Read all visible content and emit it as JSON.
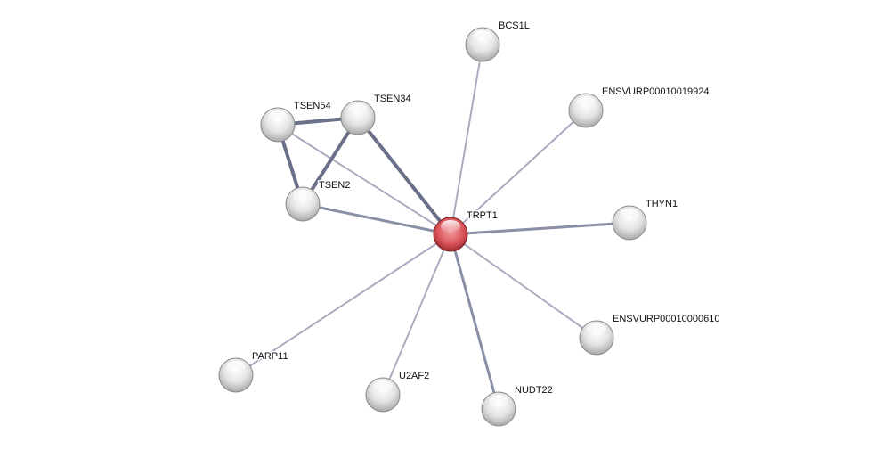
{
  "network": {
    "colors": {
      "query_node": "#d9545a",
      "other_node": "#e6e6e6",
      "edge": "#6a7089",
      "edge_light": "#a9acbf"
    },
    "nodes": [
      {
        "id": "TRPT1",
        "query": true
      },
      {
        "id": "BCS1L"
      },
      {
        "id": "ENSVURP00010019924"
      },
      {
        "id": "THYN1"
      },
      {
        "id": "ENSVURP00010000610"
      },
      {
        "id": "NUDT22"
      },
      {
        "id": "U2AF2"
      },
      {
        "id": "PARP11"
      },
      {
        "id": "TSEN2"
      },
      {
        "id": "TSEN54"
      },
      {
        "id": "TSEN34"
      }
    ],
    "edges": [
      {
        "source": "TRPT1",
        "target": "BCS1L",
        "strength": "low"
      },
      {
        "source": "TRPT1",
        "target": "ENSVURP00010019924",
        "strength": "low"
      },
      {
        "source": "TRPT1",
        "target": "THYN1",
        "strength": "medium"
      },
      {
        "source": "TRPT1",
        "target": "ENSVURP00010000610",
        "strength": "low"
      },
      {
        "source": "TRPT1",
        "target": "NUDT22",
        "strength": "medium"
      },
      {
        "source": "TRPT1",
        "target": "U2AF2",
        "strength": "low"
      },
      {
        "source": "TRPT1",
        "target": "PARP11",
        "strength": "low"
      },
      {
        "source": "TRPT1",
        "target": "TSEN2",
        "strength": "medium"
      },
      {
        "source": "TRPT1",
        "target": "TSEN54",
        "strength": "low"
      },
      {
        "source": "TRPT1",
        "target": "TSEN34",
        "strength": "high"
      },
      {
        "source": "TSEN54",
        "target": "TSEN34",
        "strength": "high"
      },
      {
        "source": "TSEN54",
        "target": "TSEN2",
        "strength": "high"
      },
      {
        "source": "TSEN34",
        "target": "TSEN2",
        "strength": "high"
      }
    ]
  }
}
